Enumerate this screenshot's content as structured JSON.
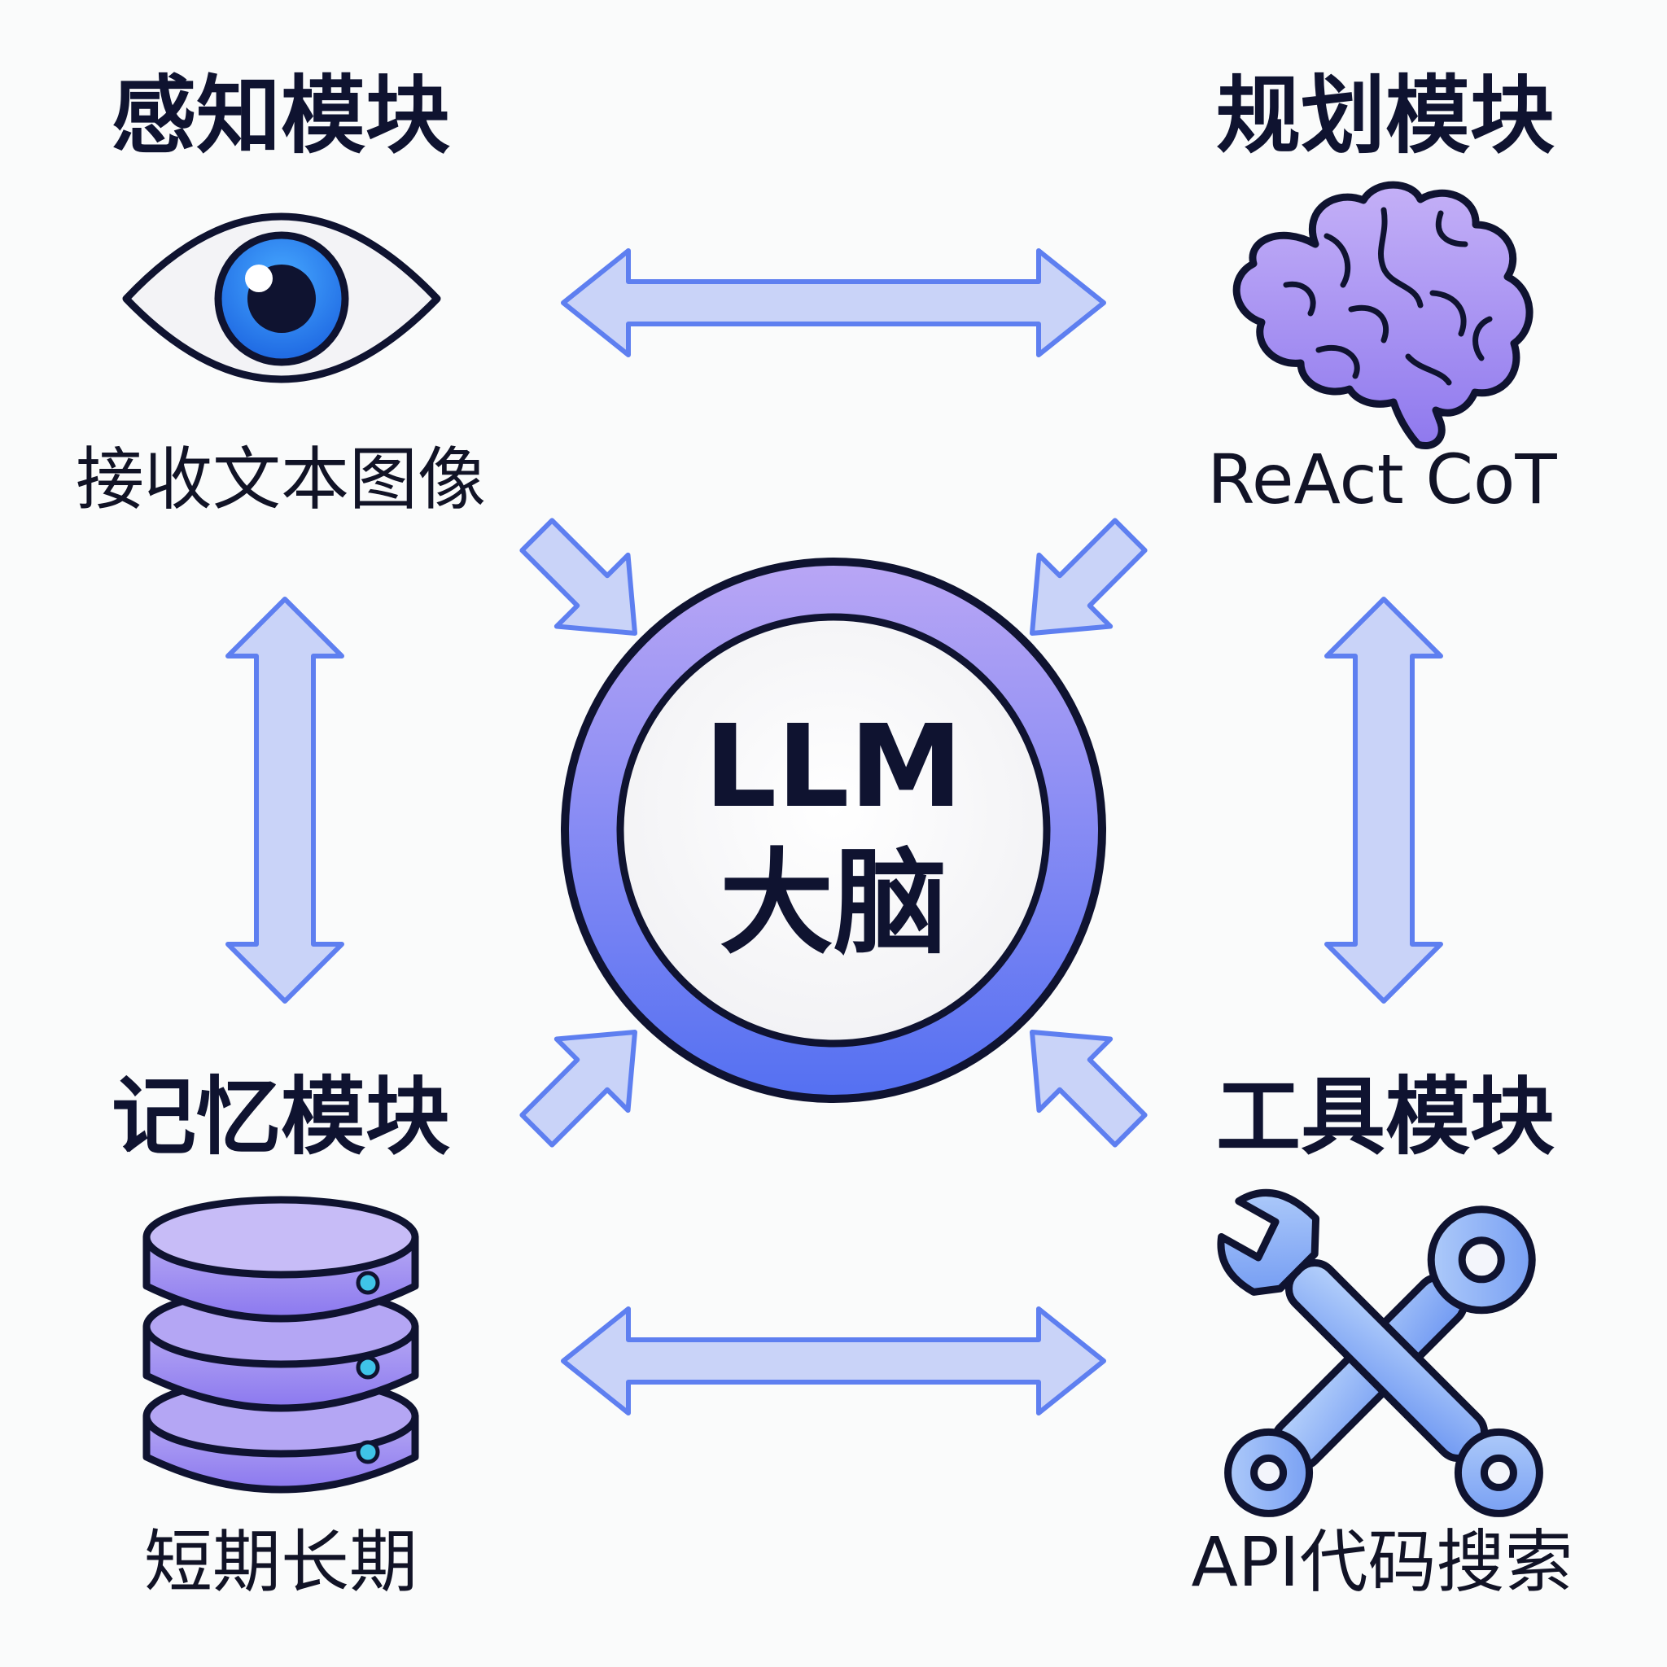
{
  "center": {
    "line1": "LLM",
    "line2": "大脑"
  },
  "modules": {
    "perception": {
      "title": "感知模块",
      "subtitle": "接收文本图像",
      "icon": "eye-icon"
    },
    "planning": {
      "title": "规划模块",
      "subtitle": "ReAct CoT",
      "icon": "brain-icon"
    },
    "memory": {
      "title": "记忆模块",
      "subtitle": "短期长期",
      "icon": "database-icon"
    },
    "tools": {
      "title": "工具模块",
      "subtitle": "API代码搜索",
      "icon": "wrench-icon"
    }
  },
  "colors": {
    "background": "#fafbfb",
    "text": "#0f1330",
    "arrow_fill": "#c9d3f8",
    "arrow_stroke": "#5e7ff0",
    "ring_top": "#b3a1f4",
    "ring_bottom": "#5872f2",
    "eye_iris": "#2f86f0",
    "brain_fill": "#a98ff0",
    "database_fill": "#9d8cf0",
    "wrench_fill": "#8fb4f6"
  }
}
